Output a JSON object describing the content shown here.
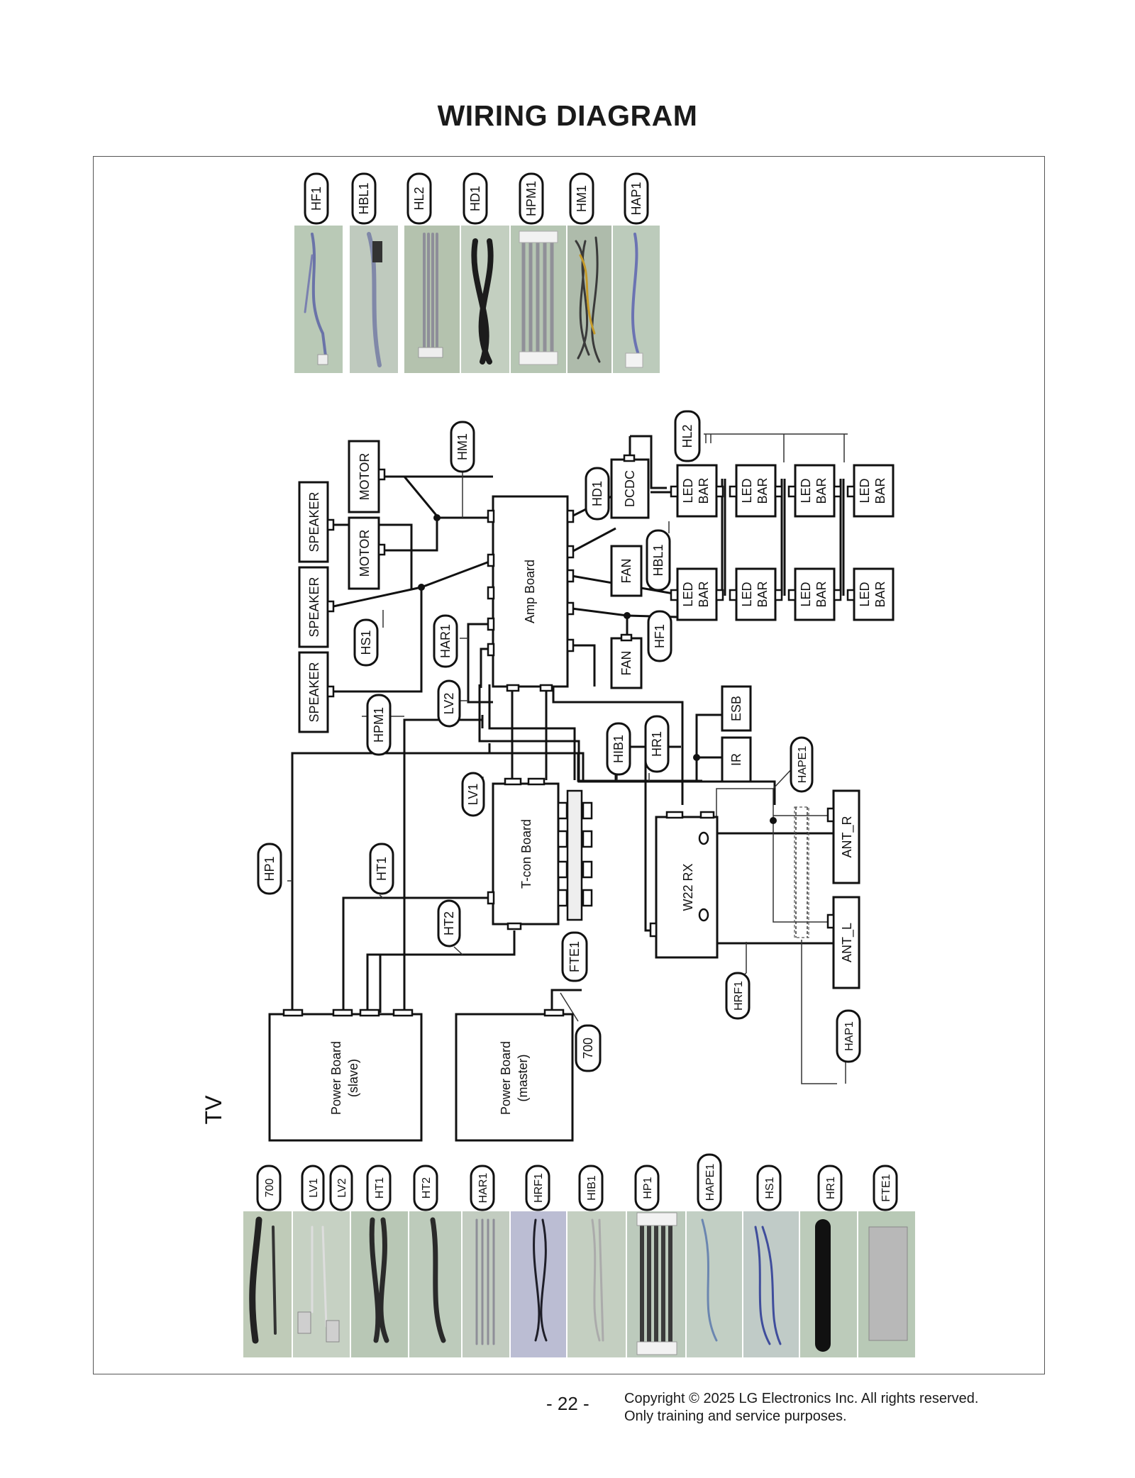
{
  "title": "WIRING DIAGRAM",
  "product_label": "TV",
  "top_harness_labels": [
    "HF1",
    "HBL1",
    "HL2",
    "HD1",
    "HPM1",
    "HM1",
    "HAP1"
  ],
  "bottom_harness_labels": [
    "700",
    "LV1",
    "LV2",
    "HT1",
    "HT2",
    "HAR1",
    "HRF1",
    "HIB1",
    "HP1",
    "HAPE1",
    "HS1",
    "HR1",
    "FTE1"
  ],
  "components": {
    "motor": "MOTOR",
    "speaker": "SPEAKER",
    "amp_board": "Amp Board",
    "dcdc": "DCDC",
    "fan": "FAN",
    "led_bar_line1": "LED",
    "led_bar_line2": "BAR",
    "esb": "ESB",
    "ir": "IR",
    "tcon_board": "T-con Board",
    "w22_rx": "W22 RX",
    "ant_r": "ANT_R",
    "ant_l": "ANT_L",
    "power_slave_line1": "Power Board",
    "power_slave_line2": "(slave)",
    "power_master_line1": "Power Board",
    "power_master_line2": "(master)"
  },
  "wire_tags": {
    "hm1": "HM1",
    "hd1": "HD1",
    "hl2": "HL2",
    "hbl1": "HBL1",
    "hf1": "HF1",
    "hs1": "HS1",
    "har1": "HAR1",
    "lv2": "LV2",
    "hpm1": "HPM1",
    "hib1": "HIB1",
    "hr1": "HR1",
    "hape1": "HAPE1",
    "lv1": "LV1",
    "hp1": "HP1",
    "ht1": "HT1",
    "ht2": "HT2",
    "fte1": "FTE1",
    "hrf1": "HRF1",
    "hap1": "HAP1",
    "w700": "700"
  },
  "footer": {
    "page": "- 22 -",
    "copyright": "Copyright © 2025 LG Electronics Inc. All rights reserved.",
    "note": "Only training and service purposes."
  }
}
